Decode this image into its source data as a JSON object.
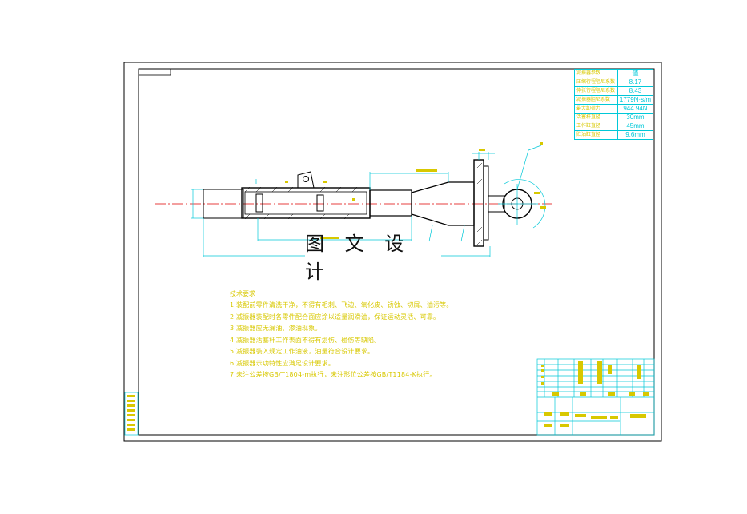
{
  "watermark": {
    "text": "图 文 设 计"
  },
  "param_table": {
    "rows": [
      {
        "label": "减振器参数",
        "value": "值"
      },
      {
        "label": "压缩行程阻尼系数",
        "value": "8.17"
      },
      {
        "label": "伸张行程阻尼系数",
        "value": "8.43"
      },
      {
        "label": "减振器阻尼系数",
        "value": "1779N·s/m"
      },
      {
        "label": "最大卸荷力",
        "value": "944.94N"
      },
      {
        "label": "活塞杆直径",
        "value": "30mm"
      },
      {
        "label": "工作缸直径",
        "value": "45mm"
      },
      {
        "label": "贮油缸直径",
        "value": "9.6mm"
      }
    ]
  },
  "notes": {
    "title": "技术要求",
    "lines": [
      "1.装配前零件清洗干净，不得有毛刺、飞边、氧化皮、锈蚀、切屑、油污等。",
      "2.减振器装配时各零件配合面应涂以适量润滑油，保证运动灵活、可靠。",
      "3.减振器应无漏油、渗油现象。",
      "4.减振器活塞杆工作表面不得有划伤、碰伤等缺陷。",
      "5.减振器装入规定工作油液，油量符合设计要求。",
      "6.减振器示功特性应满足设计要求。",
      "7.未注公差按GB/T1804-m执行，未注形位公差按GB/T1184-K执行。"
    ]
  },
  "colors": {
    "background": "#ffffff",
    "frame": "#000000",
    "dimension": "#00c8d8",
    "centerline": "#e00000",
    "annotation_text": "#d8c800",
    "part_outline": "#000000"
  }
}
